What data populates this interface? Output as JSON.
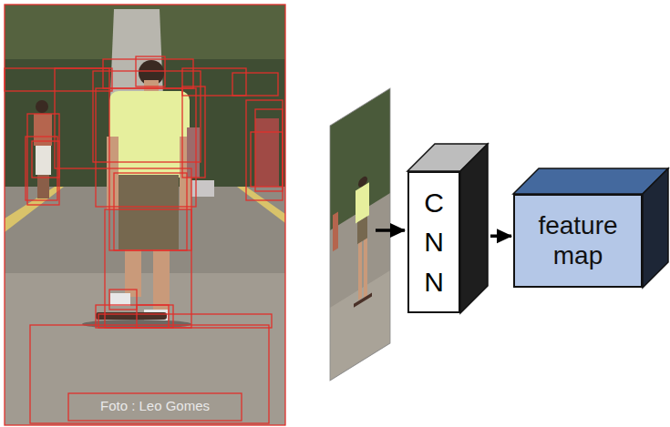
{
  "diagram": {
    "nodes": [
      {
        "text": [
          "C N N"
        ]
      },
      {
        "text": [
          "feature map"
        ]
      }
    ],
    "edges": [
      {
        "from": 0,
        "to": 1,
        "arrow": "to"
      }
    ],
    "labels": [
      "Foto : Leo Gomes"
    ]
  }
}
